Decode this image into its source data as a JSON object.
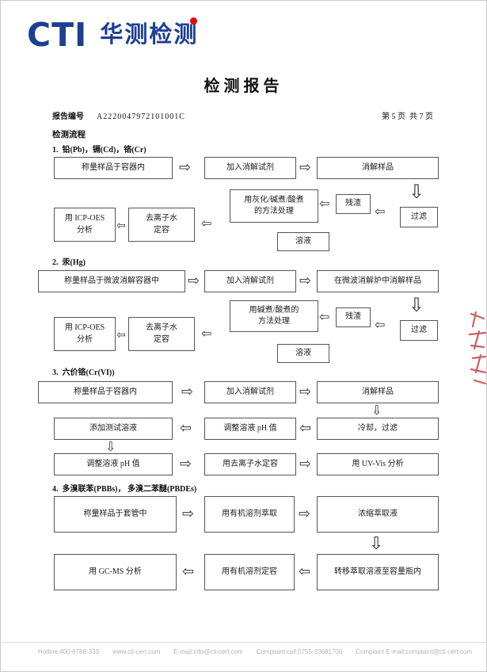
{
  "logo": {
    "cti": "CTI",
    "cn": "华测检测"
  },
  "title": "检测报告",
  "meta": {
    "report_label": "报告编号",
    "report_no": "A2220047972101001C",
    "page_info": "第 5 页  共 7 页"
  },
  "flow_heading": "检测流程",
  "s1": {
    "heading": "1.  铅(Pb)，镉(Cd)，铬(Cr)",
    "b1": "称量样品于容器内",
    "b2": "加入消解试剂",
    "b3": "消解样品",
    "treat": "用灰化/碱煮/酸煮\n的方法处理",
    "residue": "残渣",
    "filter": "过滤",
    "solution": "溶液",
    "dilute": "去离子水\n定容",
    "analyze": "用 ICP-OES\n分析"
  },
  "s2": {
    "heading": "2.  汞(Hg)",
    "b1": "称量样品于微波消解容器中",
    "b2": "加入消解试剂",
    "b3": "在微波消解炉中消解样品",
    "treat": "用碱煮/酸煮的\n方法处理",
    "residue": "残渣",
    "filter": "过滤",
    "solution": "溶液",
    "dilute": "去离子水\n定容",
    "analyze": "用 ICP-OES\n分析"
  },
  "s3": {
    "heading": "3.  六价铬(Cr(VI))",
    "b1": "称量样品于容器内",
    "b2": "加入消解试剂",
    "b3": "消解样品",
    "b4": "冷却，过滤",
    "b5": "调整溶液 pH 值",
    "b6": "添加测试溶液",
    "b7": "调整溶液 pH 值",
    "b8": "用去离子水定容",
    "b9": "用 UV-Vis 分析"
  },
  "s4": {
    "heading": "4.  多溴联苯(PBBs)， 多溴二苯醚(PBDEs)",
    "b1": "称量样品于套管中",
    "b2": "用有机溶剂萃取",
    "b3": "浓缩萃取液",
    "b4": "转移萃取溶液至容量瓶内",
    "b5": "用有机溶剂定容",
    "b6": "用 GC-MS 分析"
  },
  "footer": {
    "hotline": "Hotline:400-6788-333",
    "website": "www.cti-cert.com",
    "email": "E-mail:info@cti-cert.com",
    "complaint_call": "Complaint call:0755-33681700",
    "complaint_email": "Complaint E-mail:complaint@cti-cert.com"
  },
  "colors": {
    "brand_blue": "#1d3f94",
    "logo_red": "#e60013",
    "seal_red": "#c03a38"
  }
}
